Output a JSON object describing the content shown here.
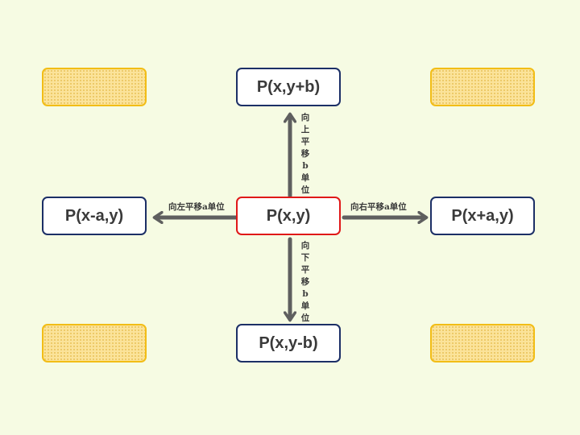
{
  "center": {
    "label": "P(x,y)"
  },
  "up": {
    "label": "P(x,y+b)",
    "arrow_text": "向上平移b单位"
  },
  "down": {
    "label": "P(x,y-b)",
    "arrow_text": "向下平移b单位"
  },
  "left": {
    "label": "P(x-a,y)",
    "arrow_text": "向左平移a单位"
  },
  "right": {
    "label": "P(x+a,y)",
    "arrow_text": "向右平移a单位"
  },
  "colors": {
    "background": "#f6fbe3",
    "box_border": "#1c2f66",
    "center_border": "#e01818",
    "arrow": "#5f5f5f",
    "placeholder_fill": "#fbe39a",
    "placeholder_border": "#f2bd16"
  }
}
